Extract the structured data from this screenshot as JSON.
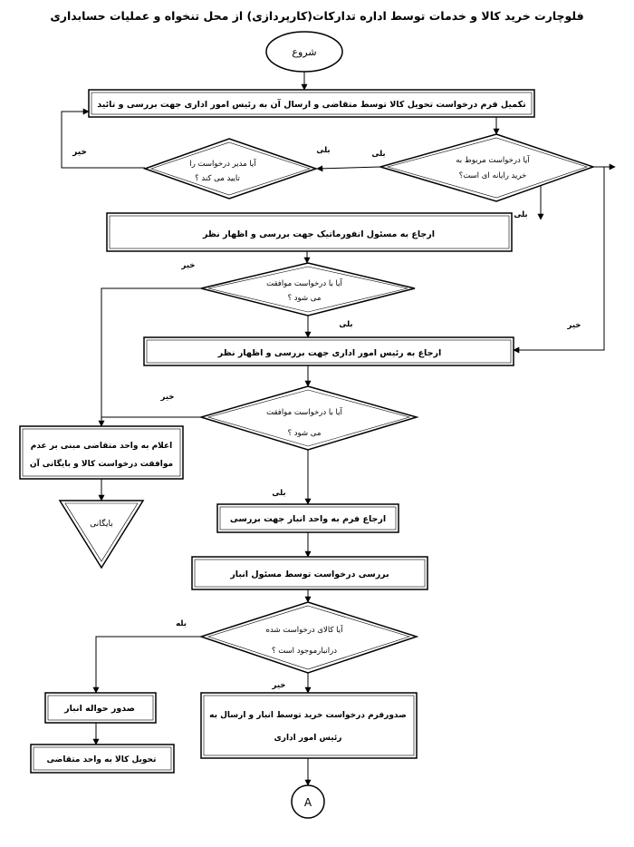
{
  "title": "فلوچارت خرید کالا و خدمات توسط اداره تدارکات(کارپردازی) از محل تنخواه و عملیات حسابداری",
  "nodes": {
    "start": "شروع",
    "fill_form": "تکمیل فرم درخواست تحویل کالا توسط متقاضی و ارسال آن به رئیس امور اداری جهت بررسی و تائید",
    "it_question_l1": "آیا درخواست مربوط به",
    "it_question_l2": "خرید رایانه ای است؟",
    "manager_question_l1": "آیا مدیر درخواست را",
    "manager_question_l2": "تایید می کند ؟",
    "refer_it": "ارجاع به مسئول انفورماتیک جهت بررسی و اظهار نظر",
    "agree1_l1": "آیا با درخواست موافقت",
    "agree1_l2": "می شود ؟",
    "refer_admin": "ارجاع به رئیس امور اداری جهت بررسی و اظهار نظر",
    "agree2_l1": "آیا با درخواست موافقت",
    "agree2_l2": "می شود ؟",
    "notify_l1": "اعلام به واحد متقاضی مبنی بر عدم",
    "notify_l2": "موافقت درخواست کالا و بایگانی آن",
    "archive": "بایگانی",
    "refer_warehouse": "ارجاع فرم به واحد انبار جهت بررسی",
    "review_warehouse": "بررسی درخواست توسط مسئول انبار",
    "stock_q_l1": "آیا کالای درخواست شده",
    "stock_q_l2": "درانبارموجود است ؟",
    "issue_voucher": "صدور حواله انبار",
    "deliver": "تحویل کالا به واحد متقاضی",
    "purchase_l1": "صدورفرم درخواست خرید توسط انبار و ارسال به",
    "purchase_l2": "رئیس امور اداری",
    "connector": "A"
  },
  "edge_labels": {
    "no_left_top": "خیر",
    "yes_manager": "بلی",
    "yes_it": "بلی",
    "yes_it_down": "بلی",
    "no_agree1": "خیر",
    "yes_agree1": "بلی",
    "no_right_side": "خیر",
    "no_agree2": "خیر",
    "yes_agree2": "بلی",
    "yes_stock": "بله",
    "no_stock": "خیر"
  }
}
